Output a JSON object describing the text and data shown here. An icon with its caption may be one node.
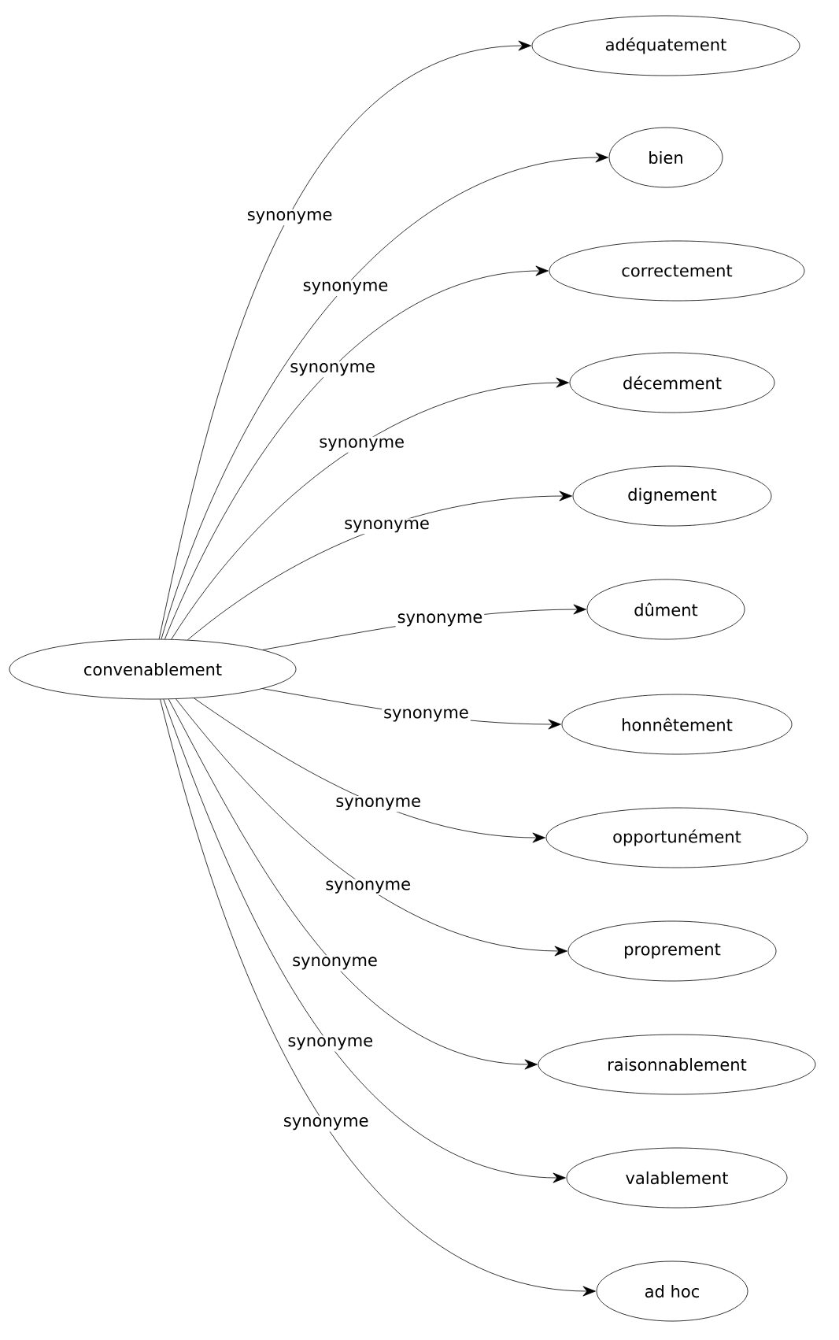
{
  "diagram": {
    "nodes": [
      {
        "text": [
          "convenablement"
        ]
      },
      {
        "text": [
          "adéquatement"
        ]
      },
      {
        "text": [
          "bien"
        ]
      },
      {
        "text": [
          "correctement"
        ]
      },
      {
        "text": [
          "décemment"
        ]
      },
      {
        "text": [
          "dignement"
        ]
      },
      {
        "text": [
          "dûment"
        ]
      },
      {
        "text": [
          "honnêtement"
        ]
      },
      {
        "text": [
          "opportunément"
        ]
      },
      {
        "text": [
          "proprement"
        ]
      },
      {
        "text": [
          "raisonnablement"
        ]
      },
      {
        "text": [
          "valablement"
        ]
      },
      {
        "text": [
          "ad hoc"
        ]
      }
    ],
    "edges": [
      {
        "from": 0,
        "to": 1,
        "arrow": "to",
        "label": "synonyme"
      },
      {
        "from": 0,
        "to": 2,
        "arrow": "to",
        "label": "synonyme"
      },
      {
        "from": 0,
        "to": 3,
        "arrow": "to",
        "label": "synonyme"
      },
      {
        "from": 0,
        "to": 4,
        "arrow": "to",
        "label": "synonyme"
      },
      {
        "from": 0,
        "to": 5,
        "arrow": "to",
        "label": "synonyme"
      },
      {
        "from": 0,
        "to": 6,
        "arrow": "to",
        "label": "synonyme"
      },
      {
        "from": 0,
        "to": 7,
        "arrow": "to",
        "label": "synonyme"
      },
      {
        "from": 0,
        "to": 8,
        "arrow": "to",
        "label": "synonyme"
      },
      {
        "from": 0,
        "to": 9,
        "arrow": "to",
        "label": "synonyme"
      },
      {
        "from": 0,
        "to": 10,
        "arrow": "to",
        "label": "synonyme"
      },
      {
        "from": 0,
        "to": 11,
        "arrow": "to",
        "label": "synonyme"
      },
      {
        "from": 0,
        "to": 12,
        "arrow": "to",
        "label": "synonyme"
      }
    ]
  }
}
